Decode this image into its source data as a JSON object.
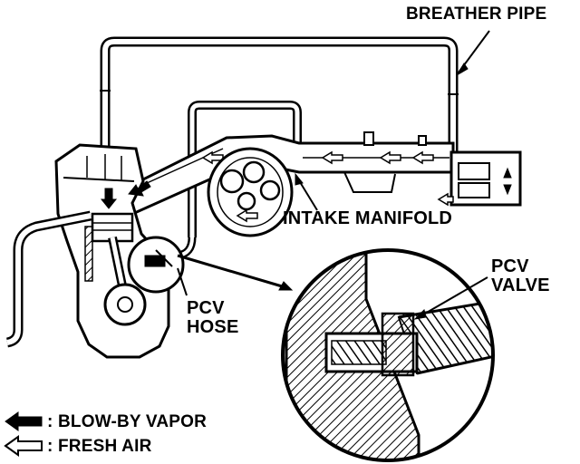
{
  "labels": {
    "breather_pipe": "BREATHER PIPE",
    "intake_manifold": "INTAKE MANIFOLD",
    "pcv_hose_line1": "PCV",
    "pcv_hose_line2": "HOSE",
    "pcv_valve_line1": "PCV",
    "pcv_valve_line2": "VALVE"
  },
  "legend": {
    "blow_by": ": BLOW-BY VAPOR",
    "fresh_air": ": FRESH AIR"
  },
  "colors": {
    "ink": "#000000",
    "paper": "#ffffff"
  }
}
